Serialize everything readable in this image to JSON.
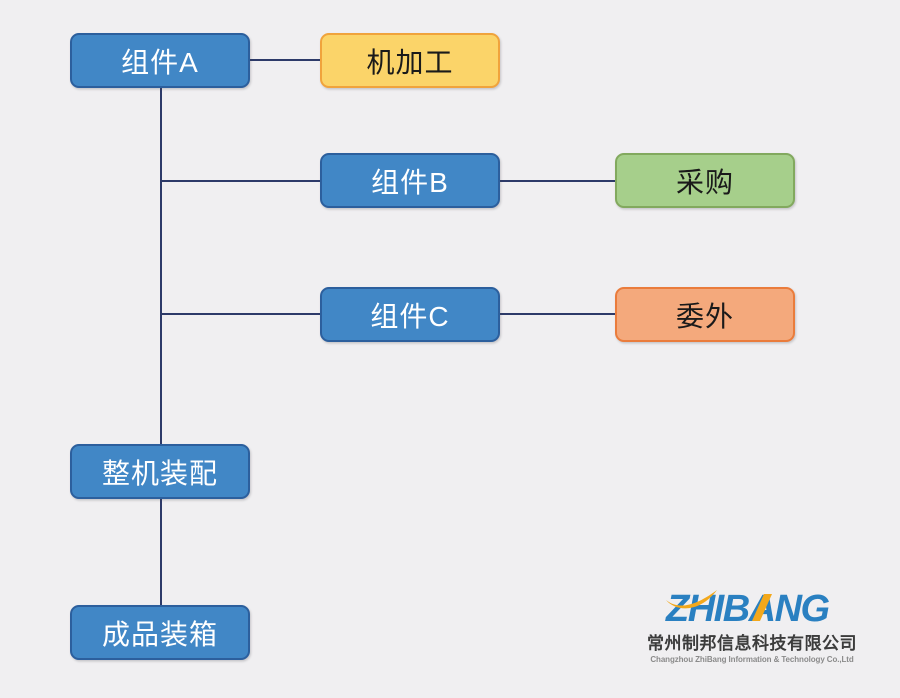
{
  "diagram": {
    "background": "#f0eff1",
    "connector_color": "#2d3a69",
    "nodes": [
      {
        "id": "comp-a",
        "label": "组件A",
        "kind": "component"
      },
      {
        "id": "machining",
        "label": "机加工",
        "kind": "process"
      },
      {
        "id": "comp-b",
        "label": "组件B",
        "kind": "component"
      },
      {
        "id": "purchase",
        "label": "采购",
        "kind": "process"
      },
      {
        "id": "comp-c",
        "label": "组件C",
        "kind": "component"
      },
      {
        "id": "outsourcing",
        "label": "委外",
        "kind": "process"
      },
      {
        "id": "assembly",
        "label": "整机装配",
        "kind": "component"
      },
      {
        "id": "packing",
        "label": "成品装箱",
        "kind": "component"
      }
    ],
    "edges": [
      {
        "from": "组件A",
        "to": "机加工"
      },
      {
        "from": "组件A",
        "to": "组件B"
      },
      {
        "from": "组件B",
        "to": "采购"
      },
      {
        "from": "组件A",
        "to": "组件C"
      },
      {
        "from": "组件C",
        "to": "委外"
      },
      {
        "from": "组件A",
        "to": "整机装配"
      },
      {
        "from": "整机装配",
        "to": "成品装箱"
      }
    ],
    "colors": {
      "component_fill": "#4187c6",
      "component_border": "#2c5f9d",
      "component_text": "#ffffff",
      "machining_fill": "#fbd469",
      "machining_border": "#f0a33c",
      "purchase_fill": "#a6cf8b",
      "purchase_border": "#82a95e",
      "outsourcing_fill": "#f4a97c",
      "outsourcing_border": "#ea7c3c",
      "process_text": "#1a1a1a"
    }
  },
  "logo": {
    "brand": "ZHIBANG",
    "brand_color": "#2a80c1",
    "accent_color": "#f3a81b",
    "company_cn": "常州制邦信息科技有限公司",
    "company_en": "Changzhou ZhiBang Information & Technology Co.,Ltd"
  }
}
